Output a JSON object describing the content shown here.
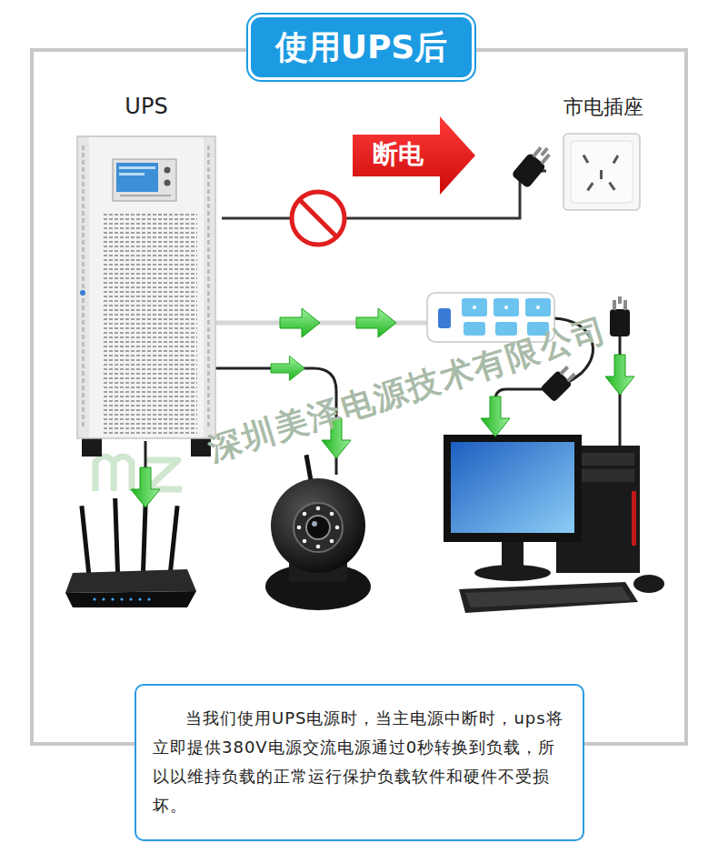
{
  "diagram": {
    "title": "使用UPS后",
    "caption": "当我们使用UPS电源时，当主电源中断时，ups将立即提供380V电源交流电源通过0秒转换到负载，所以以维持负载的正常运行保护负载软件和硬件不受损坏。",
    "nodes": [
      {
        "text": [
          "UPS"
        ]
      },
      {
        "text": [
          "市电插座"
        ]
      },
      {
        "text": [
          "断电"
        ]
      }
    ],
    "edges": [
      {
        "from": 0,
        "to": 1,
        "arrow": "none"
      }
    ],
    "labels": [
      "深圳美泽电源技术有限公司"
    ]
  }
}
